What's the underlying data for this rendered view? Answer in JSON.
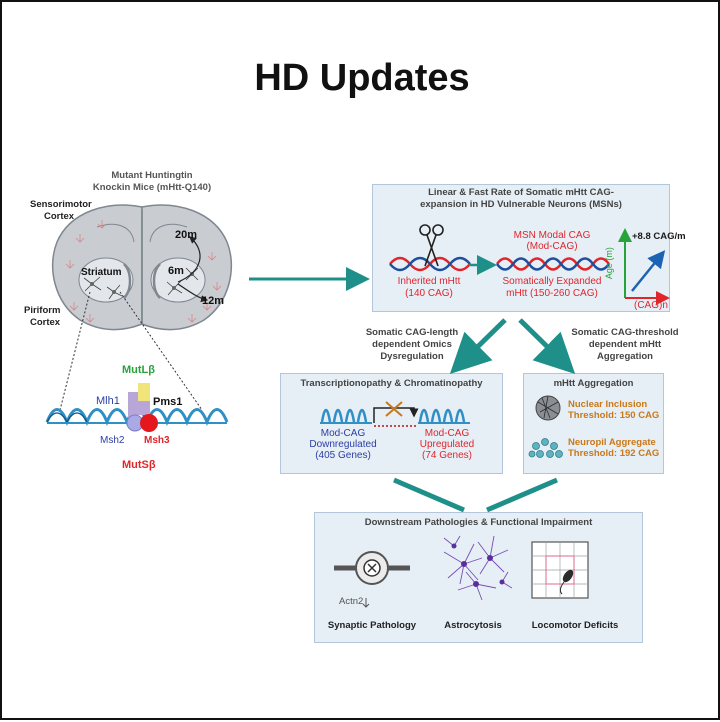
{
  "title": "HD Updates",
  "mouse": {
    "model_line1": "Mutant Huntingtin",
    "model_line2": "Knockin Mice (mHtt-Q140)",
    "sensorimotor_line1": "Sensorimotor",
    "sensorimotor_line2": "Cortex",
    "piriform_line1": "Piriform",
    "piriform_line2": "Cortex",
    "striatum": "Striatum",
    "age_6m": "6m",
    "age_12m": "12m",
    "age_20m": "20m"
  },
  "mismatch_repair": {
    "mutl": "MutLβ",
    "muts": "MutSβ",
    "mlh1": "Mlh1",
    "pms1": "Pms1",
    "msh2": "Msh2",
    "msh3": "Msh3"
  },
  "expansion_box": {
    "title_line1": "Linear & Fast Rate of Somatic mHtt CAG-",
    "title_line2": "expansion in HD Vulnerable Neurons (MSNs)",
    "inherited_line1": "Inherited mHtt",
    "inherited_line2": "(140 CAG)",
    "modal_line1": "MSN Modal CAG",
    "modal_line2": "(Mod-CAG)",
    "expanded_line1": "Somatically Expanded",
    "expanded_line2": "mHtt (150-260 CAG)",
    "rate": "+8.8 CAG/m",
    "y_axis": "Age (m)",
    "x_axis": "(CAG)n"
  },
  "branches": {
    "left_line1": "Somatic CAG-length",
    "left_line2": "dependent Omics",
    "left_line3": "Dysregulation",
    "right_line1": "Somatic CAG-threshold",
    "right_line2": "dependent mHtt",
    "right_line3": "Aggregation"
  },
  "transcription_box": {
    "title": "Transcriptionopathy & Chromatinopathy",
    "down_line1": "Mod-CAG",
    "down_line2": "Downregulated",
    "down_line3": "(405 Genes)",
    "up_line1": "Mod-CAG",
    "up_line2": "Upregulated",
    "up_line3": "(74 Genes)"
  },
  "aggregation_box": {
    "title": "mHtt Aggregation",
    "nuclear_line1": "Nuclear Inclusion",
    "nuclear_line2": "Threshold: 150 CAG",
    "neuropil_line1": "Neuropil Aggregate",
    "neuropil_line2": "Threshold: 192 CAG"
  },
  "downstream_box": {
    "title": "Downstream Pathologies & Functional Impairment",
    "actn2": "Actn2",
    "synaptic": "Synaptic Pathology",
    "astro": "Astrocytosis",
    "locomotor": "Locomotor Deficits"
  },
  "colors": {
    "arrow_teal": "#1f8f8a",
    "red_text": "#e0262b",
    "orange_text": "#c9791a",
    "blue_text": "#2c3ea6",
    "green_text": "#27a33a",
    "box_fill": "#e6eef6"
  }
}
